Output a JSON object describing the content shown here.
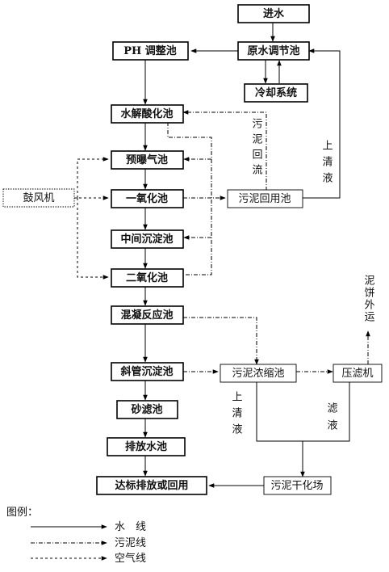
{
  "nodes": {
    "intake": "进水",
    "raw_tank": "原水调节池",
    "cooling": "冷却系统",
    "ph_tank": "PH 调整池",
    "hydrolysis": "水解酸化池",
    "pre_aeration": "预曝气池",
    "blower": "鼓风机",
    "oxidation1": "一氧化池",
    "sludge_reuse": "污泥回用池",
    "mid_settle": "中间沉淀池",
    "oxidation2": "二氧化池",
    "coag": "混凝反应池",
    "tube_settle": "斜管沉淀池",
    "thickener": "污泥浓缩池",
    "filter_press": "压滤机",
    "sand_filter": "砂滤池",
    "discharge_tank": "排放水池",
    "sludge_dry": "污泥干化场",
    "final": "达标排放或回用"
  },
  "labels": {
    "sludge_return": "污泥回流",
    "supernatant1": "上清液",
    "supernatant2": "上清液",
    "filtrate": "滤液",
    "cake_out": "泥饼外运"
  },
  "legend": {
    "title": "图例：",
    "water": "水　线",
    "sludge": "污泥线",
    "air": "空气线"
  }
}
